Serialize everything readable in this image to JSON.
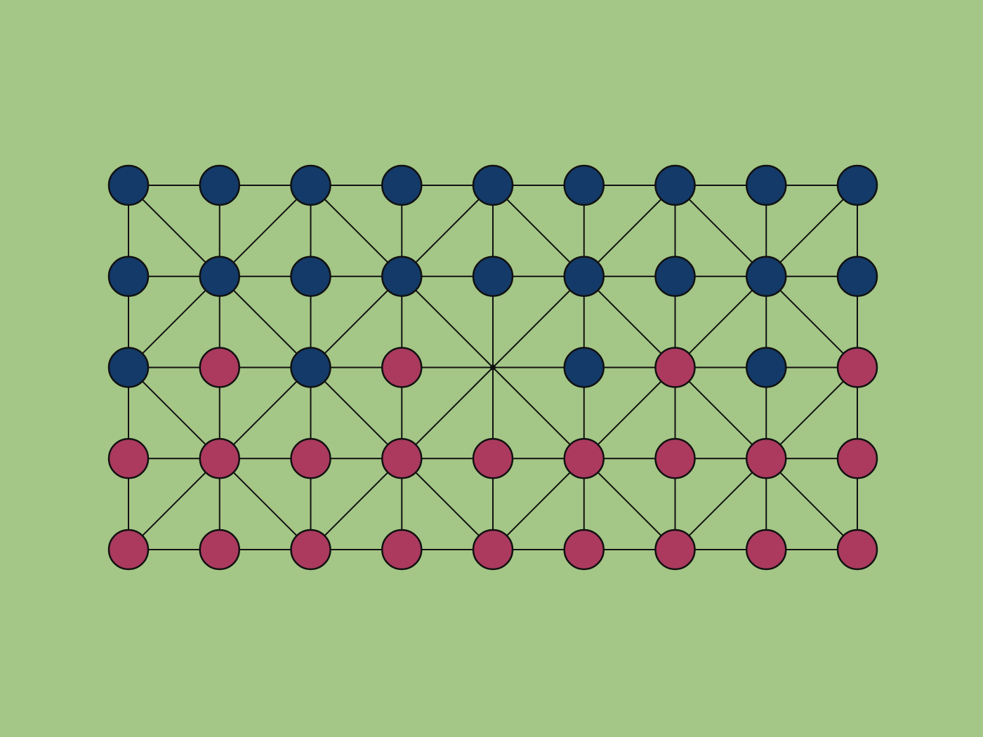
{
  "colors": {
    "background": "#A4C686",
    "line": "#111111",
    "blue": "#133A68",
    "red": "#AB3A5E"
  },
  "board": {
    "cols": 9,
    "rows": 5,
    "cells": [
      [
        "B",
        "B",
        "B",
        "B",
        "B",
        "B",
        "B",
        "B",
        "B"
      ],
      [
        "B",
        "B",
        "B",
        "B",
        "B",
        "B",
        "B",
        "B",
        "B"
      ],
      [
        "B",
        "R",
        "B",
        "R",
        "-",
        "B",
        "R",
        "B",
        "R"
      ],
      [
        "R",
        "R",
        "R",
        "R",
        "R",
        "R",
        "R",
        "R",
        "R"
      ],
      [
        "R",
        "R",
        "R",
        "R",
        "R",
        "R",
        "R",
        "R",
        "R"
      ]
    ],
    "diagonals": [
      [
        [
          0,
          0
        ],
        [
          1,
          1
        ]
      ],
      [
        [
          1,
          1
        ],
        [
          2,
          0
        ]
      ],
      [
        [
          1,
          1
        ],
        [
          2,
          2
        ]
      ],
      [
        [
          2,
          0
        ],
        [
          1,
          1
        ]
      ],
      [
        [
          1,
          1
        ],
        [
          0,
          2
        ]
      ],
      [
        [
          1,
          1
        ],
        [
          2,
          2
        ]
      ],
      [
        [
          0,
          2
        ],
        [
          1,
          3
        ]
      ],
      [
        [
          1,
          3
        ],
        [
          0,
          4
        ]
      ],
      [
        [
          1,
          3
        ],
        [
          2,
          2
        ]
      ],
      [
        [
          1,
          3
        ],
        [
          2,
          4
        ]
      ],
      [
        [
          0,
          4
        ],
        [
          1,
          5
        ]
      ],
      [
        [
          1,
          5
        ],
        [
          0,
          6
        ]
      ],
      [
        [
          1,
          5
        ],
        [
          2,
          4
        ]
      ],
      [
        [
          1,
          5
        ],
        [
          2,
          6
        ]
      ],
      [
        [
          0,
          6
        ],
        [
          1,
          7
        ]
      ],
      [
        [
          1,
          7
        ],
        [
          0,
          8
        ]
      ],
      [
        [
          1,
          7
        ],
        [
          2,
          6
        ]
      ],
      [
        [
          1,
          7
        ],
        [
          2,
          8
        ]
      ],
      [
        [
          2,
          0
        ],
        [
          3,
          1
        ]
      ],
      [
        [
          3,
          1
        ],
        [
          4,
          0
        ]
      ],
      [
        [
          3,
          1
        ],
        [
          4,
          2
        ]
      ],
      [
        [
          3,
          1
        ],
        [
          2,
          2
        ]
      ],
      [
        [
          2,
          2
        ],
        [
          3,
          3
        ]
      ],
      [
        [
          3,
          3
        ],
        [
          2,
          4
        ]
      ],
      [
        [
          3,
          3
        ],
        [
          4,
          2
        ]
      ],
      [
        [
          3,
          3
        ],
        [
          4,
          4
        ]
      ],
      [
        [
          2,
          4
        ],
        [
          3,
          5
        ]
      ],
      [
        [
          3,
          5
        ],
        [
          2,
          6
        ]
      ],
      [
        [
          3,
          5
        ],
        [
          4,
          4
        ]
      ],
      [
        [
          3,
          5
        ],
        [
          4,
          6
        ]
      ],
      [
        [
          2,
          6
        ],
        [
          3,
          7
        ]
      ],
      [
        [
          3,
          7
        ],
        [
          2,
          8
        ]
      ],
      [
        [
          3,
          7
        ],
        [
          4,
          6
        ]
      ],
      [
        [
          3,
          7
        ],
        [
          4,
          8
        ]
      ]
    ]
  }
}
